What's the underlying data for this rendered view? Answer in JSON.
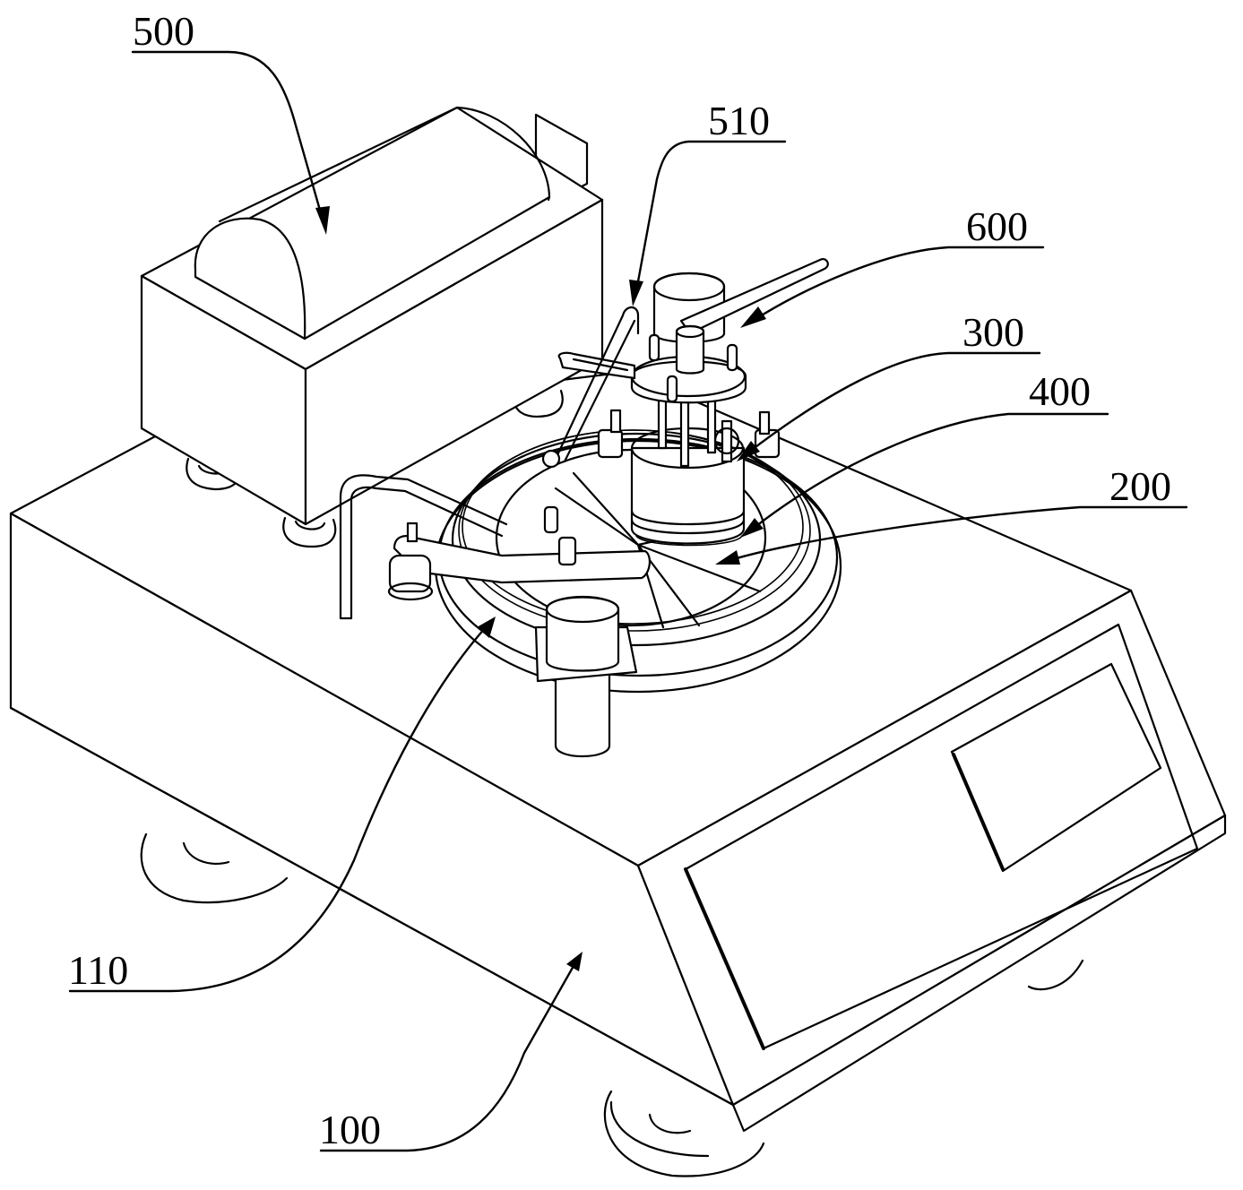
{
  "figure": {
    "type": "patent-line-drawing",
    "subject": "machine with base, rotating disc and top assemblies",
    "line_color": "#000000",
    "background": "#ffffff"
  },
  "labels": [
    {
      "id": "label-500",
      "text": "500",
      "component": "top-housing"
    },
    {
      "id": "label-510",
      "text": "510",
      "component": "pivot-arm"
    },
    {
      "id": "label-600",
      "text": "600",
      "component": "top-handle-rod"
    },
    {
      "id": "label-300",
      "text": "300",
      "component": "central-head"
    },
    {
      "id": "label-400",
      "text": "400",
      "component": "head-ring"
    },
    {
      "id": "label-200",
      "text": "200",
      "component": "rotating-disc"
    },
    {
      "id": "label-110",
      "text": "110",
      "component": "disc-basin"
    },
    {
      "id": "label-100",
      "text": "100",
      "component": "base-body"
    }
  ]
}
